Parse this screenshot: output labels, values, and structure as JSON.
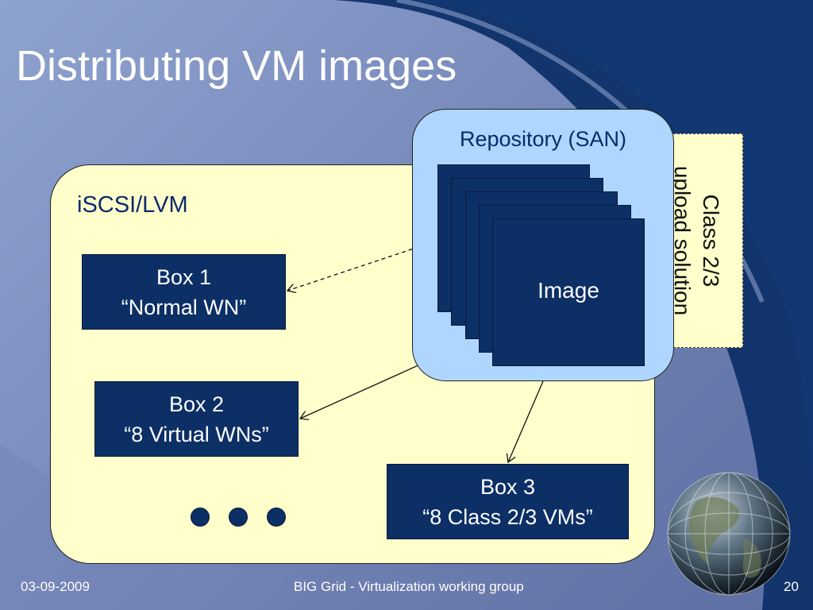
{
  "slide": {
    "title": "Distributing VM images",
    "footer": {
      "date": "03-09-2009",
      "center": "BIG Grid - Virtualization working group",
      "page_number": "20"
    }
  },
  "diagram": {
    "container_label": "iSCSI/LVM",
    "repository_label": "Repository (SAN)",
    "image_label": "Image",
    "upload": {
      "line1": "Class 2/3",
      "line2": "upload solution"
    },
    "boxes": [
      {
        "title": "Box 1",
        "subtitle": "“Normal WN”"
      },
      {
        "title": "Box 2",
        "subtitle": "“8 Virtual WNs”"
      },
      {
        "title": "Box 3",
        "subtitle": "“8 Class 2/3 VMs”"
      }
    ],
    "ellipsis_dots": 3
  },
  "colors": {
    "navy_box": "#0c2f66",
    "panel_fill": "#ffffcc",
    "repository_fill": "#aed6ff",
    "background": "#7d8fbf"
  },
  "icons": {
    "globe": "globe-icon"
  }
}
